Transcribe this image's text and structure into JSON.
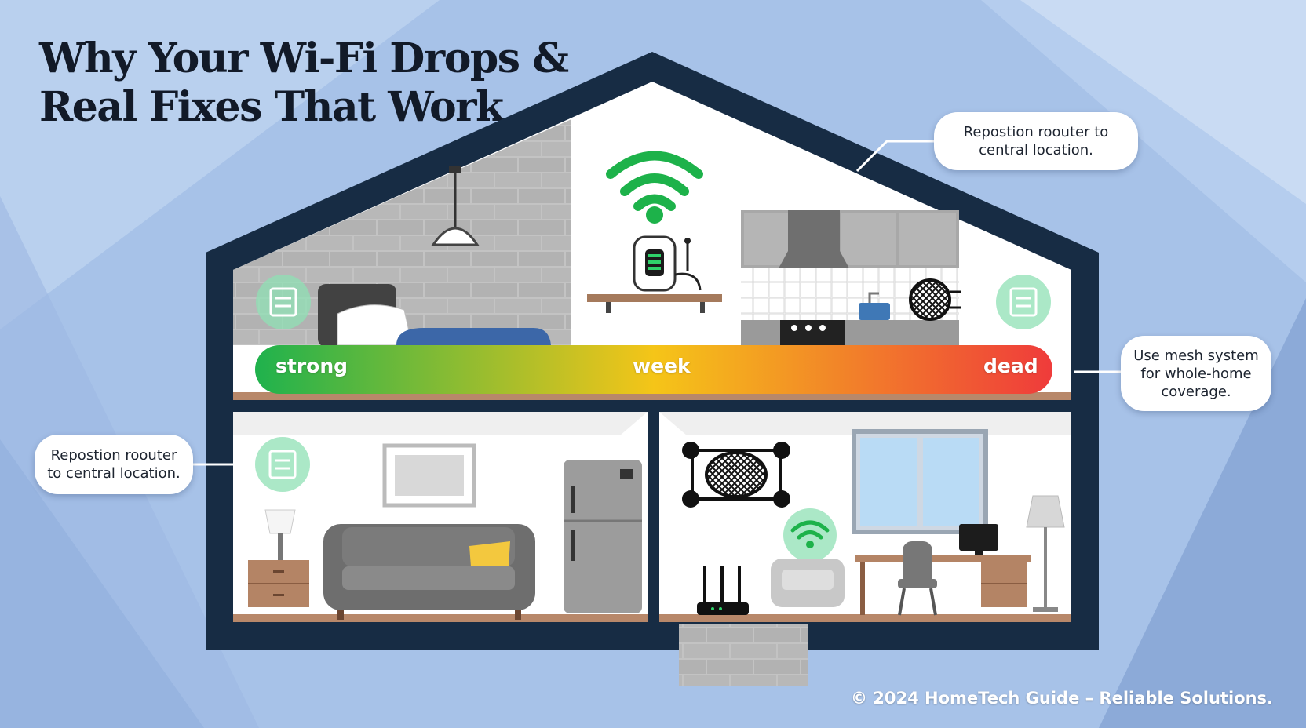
{
  "title": {
    "line1": "Why Your Wi-Fi Drops &",
    "line2": "Real Fixes That Work"
  },
  "signal_bar": {
    "labels": [
      "strong",
      "week",
      "dead"
    ],
    "colors": [
      "#1fb24d",
      "#f5c518",
      "#ef3b3b"
    ]
  },
  "callouts": [
    {
      "line1": "Repostion roouter to",
      "line2": "central location."
    },
    {
      "line1": "Use mesh system",
      "line2": "for whole-home",
      "line3": "coverage."
    },
    {
      "line1": "Repostion roouter",
      "line2": "to central location."
    }
  ],
  "icons": [
    "wifi-icon",
    "router-icon",
    "mesh-node-icon",
    "document-icon"
  ],
  "colors": {
    "house_outline": "#172c44",
    "wifi_green": "#1db24a",
    "floor_brown": "#b8886a"
  },
  "footer": "© 2024 HomeTech Guide – Reliable Solutions."
}
